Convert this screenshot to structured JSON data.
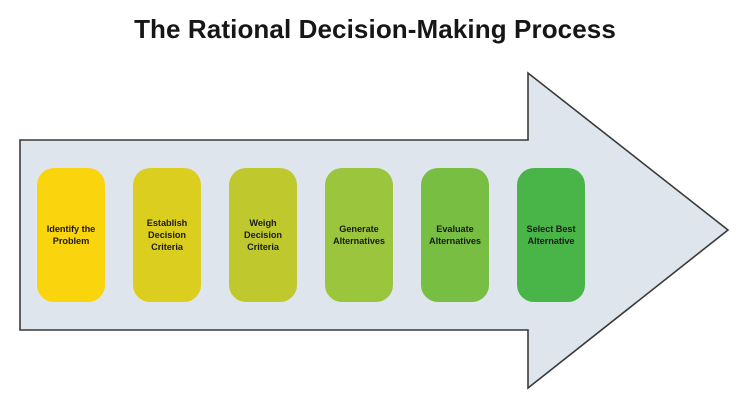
{
  "diagram": {
    "title": "The Rational Decision-Making Process",
    "type": "process-arrow",
    "arrow": {
      "fill_color": "#DFE5ED",
      "stroke_color": "#3A3A3A",
      "direction": "right"
    },
    "stages": [
      {
        "label": "Identify the\nProblem",
        "color": "#FAD40D"
      },
      {
        "label": "Establish\nDecision\nCriteria",
        "color": "#DCCE1E"
      },
      {
        "label": "Weigh\nDecision\nCriteria",
        "color": "#BFC92E"
      },
      {
        "label": "Generate\nAlternatives",
        "color": "#9BC53D"
      },
      {
        "label": "Evaluate\nAlternatives",
        "color": "#78BE43"
      },
      {
        "label": "Select Best\nAlternative",
        "color": "#49B549"
      }
    ]
  }
}
